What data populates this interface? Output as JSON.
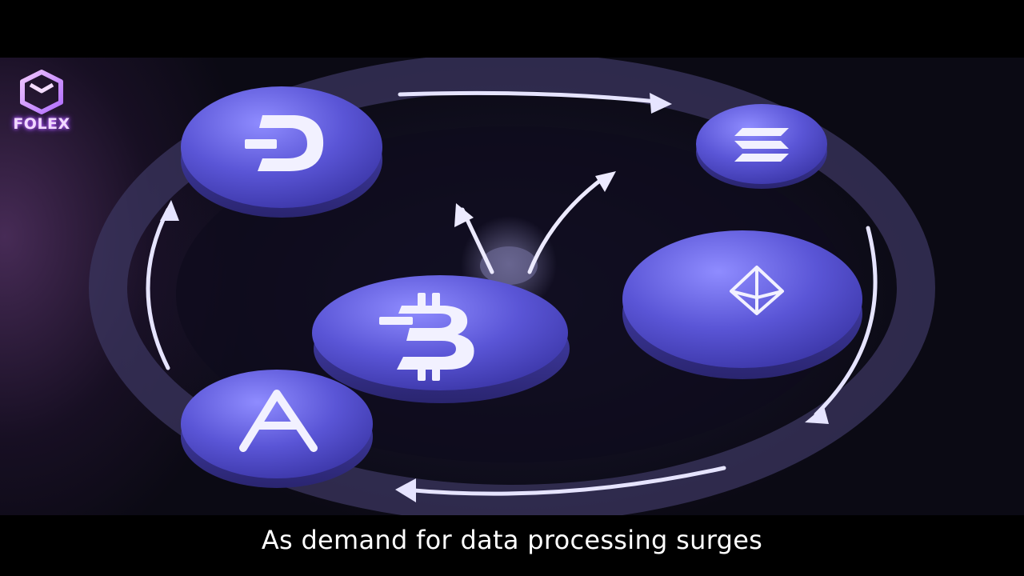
{
  "logo": {
    "text": "FOLEX",
    "icon": "folex-cube-logo-icon"
  },
  "subtitle": "As demand for data processing surges",
  "coins": [
    {
      "name": "dash",
      "icon": "dash-icon"
    },
    {
      "name": "solana",
      "icon": "solana-icon"
    },
    {
      "name": "bitcoin",
      "icon": "bitcoin-icon"
    },
    {
      "name": "ethereum",
      "icon": "ethereum-icon"
    },
    {
      "name": "aave",
      "icon": "aave-icon"
    }
  ],
  "colors": {
    "coin_face": "#5a55d6",
    "coin_edge": "#3c3798",
    "ring": "#3a3560",
    "arrow": "#e8e6ff",
    "logo_glow": "#c56bff"
  }
}
